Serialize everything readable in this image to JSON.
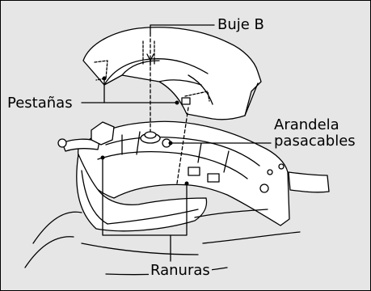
{
  "labels": {
    "bushing_b": "Buje B",
    "tabs": "Pestañas",
    "grommet_line1": "Arandela",
    "grommet_line2": "pasacables",
    "slots": "Ranuras"
  },
  "colors": {
    "background": "#e6e6e6",
    "line": "#000000",
    "part_fill": "#ffffff"
  }
}
